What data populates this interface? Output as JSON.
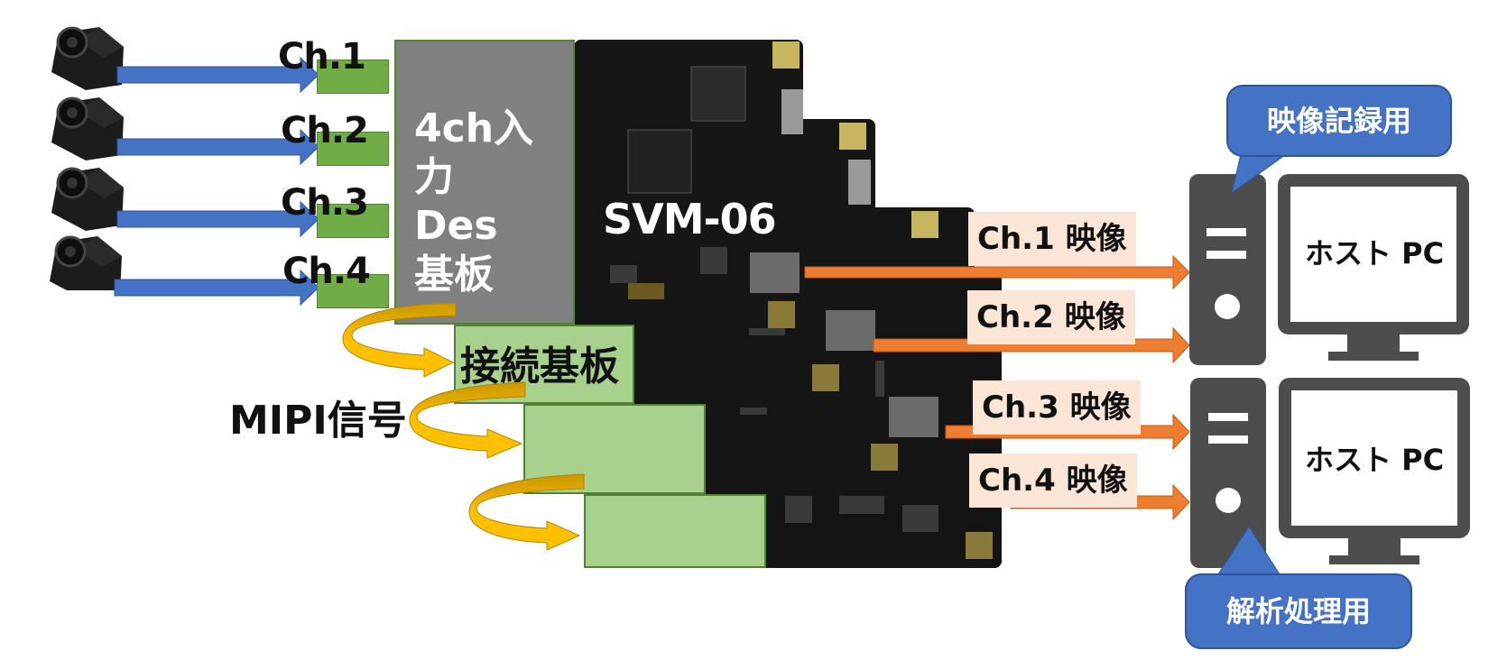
{
  "diagram": {
    "cameras": [
      {
        "id": "camera-1",
        "channel": "Ch.1"
      },
      {
        "id": "camera-2",
        "channel": "Ch.2"
      },
      {
        "id": "camera-3",
        "channel": "Ch.3"
      },
      {
        "id": "camera-4",
        "channel": "Ch.4"
      }
    ],
    "des_board": {
      "line1": "4ch入力",
      "line2": "Des",
      "line3": "基板"
    },
    "svm_board": {
      "label": "SVM-06",
      "count": 4
    },
    "connector_board": {
      "label": "接続基板"
    },
    "mipi": {
      "label": "MIPI信号"
    },
    "outputs": [
      {
        "label": "Ch.1 映像"
      },
      {
        "label": "Ch.2 映像"
      },
      {
        "label": "Ch.3 映像"
      },
      {
        "label": "Ch.4 映像"
      }
    ],
    "host_pcs": [
      {
        "screen_label": "ホスト PC",
        "callout": "映像記録用"
      },
      {
        "screen_label": "ホスト PC",
        "callout": "解析処理用"
      }
    ],
    "colors": {
      "camera_arrow": "#4472c4",
      "channel_box": "#70ad47",
      "des_board": "#808080",
      "connector_board": "#a9d18e",
      "mipi_arrow": "#ffc000",
      "output_arrow": "#ed7d31",
      "output_label_bg": "#fbe5d6",
      "pc_icon": "#4d4d4d",
      "callout": "#4472c4"
    }
  }
}
